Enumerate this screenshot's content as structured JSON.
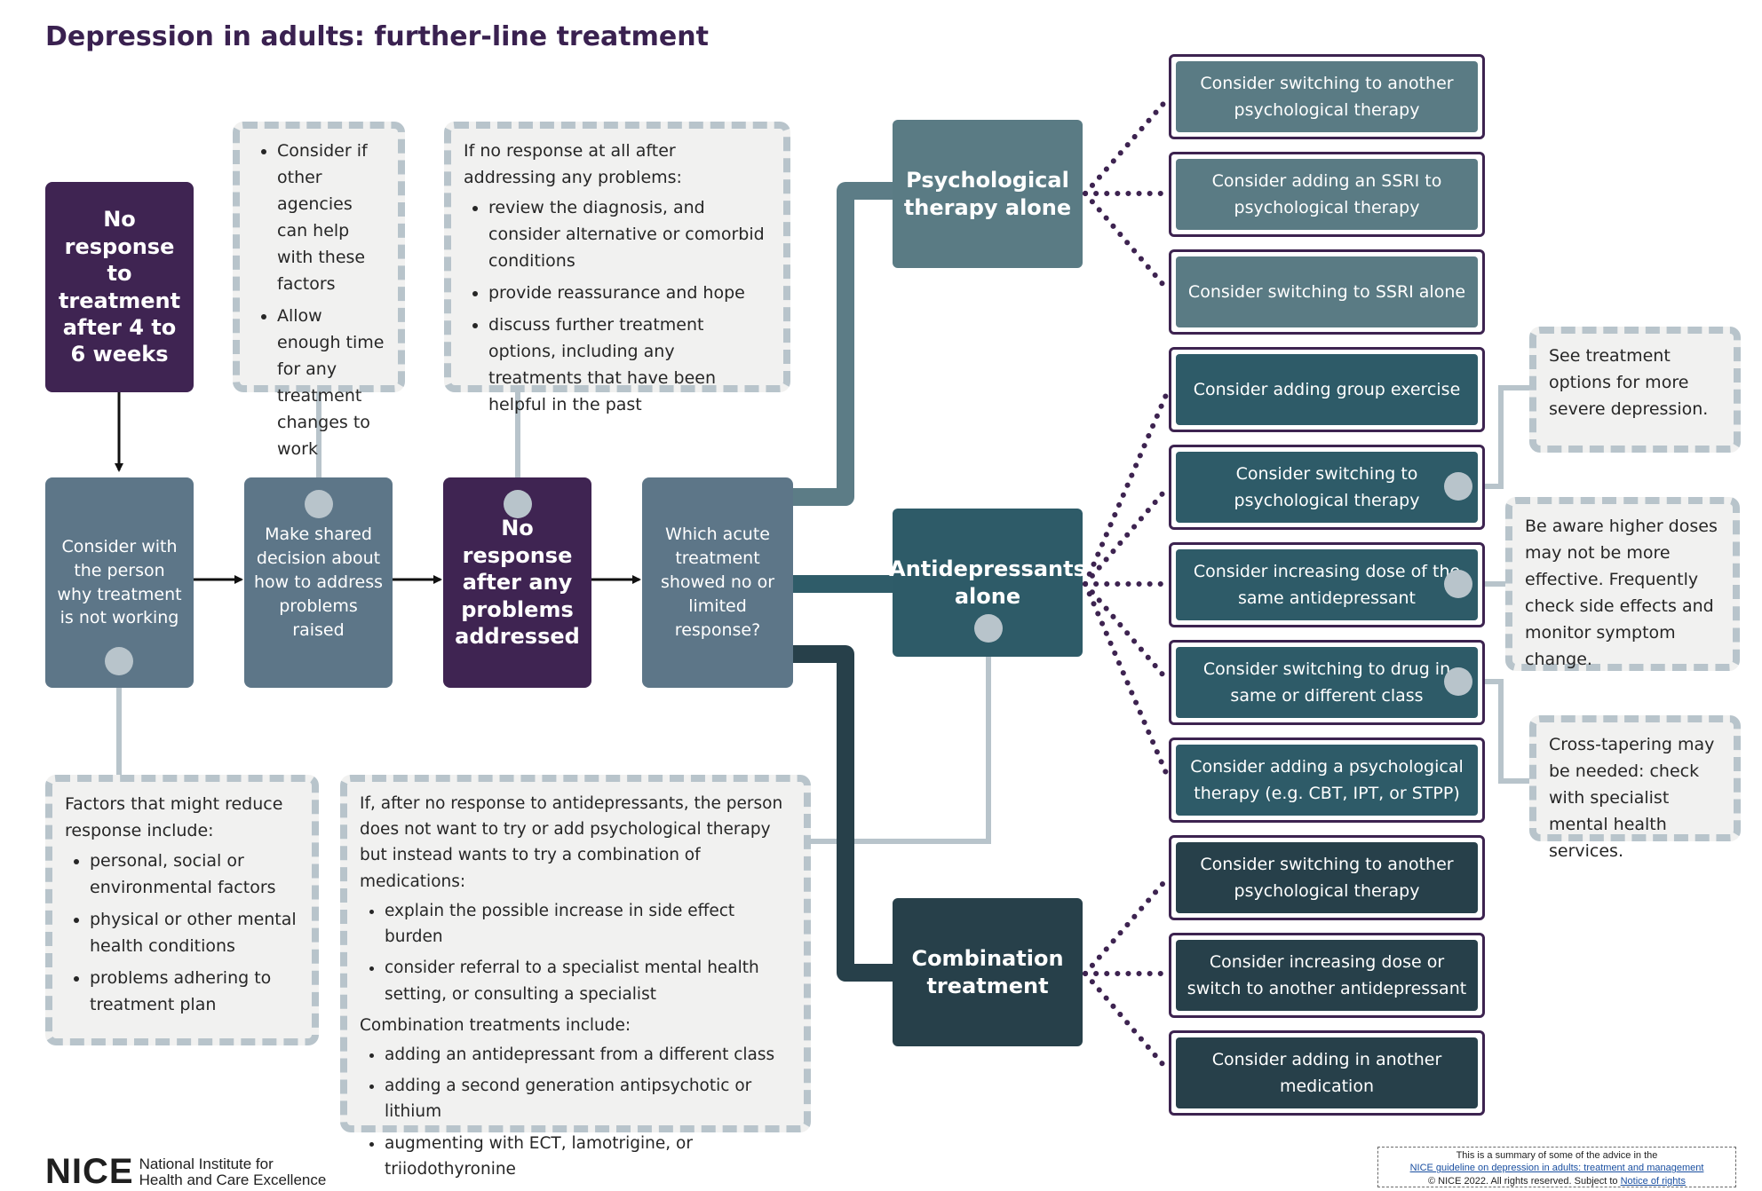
{
  "title": "Depression in adults: further-line treatment",
  "colors": {
    "dark_purple": "#3f2452",
    "steel": "#5d7688",
    "psych": "#5a7b84",
    "anti": "#2e5b68",
    "combo": "#27404a",
    "note_bg": "#f1f1f0",
    "note_border": "#b8c4cb",
    "dotted": "#3d2350"
  },
  "boxes": {
    "no_response_start": "No response to treatment after 4 to 6 weeks",
    "consider_why": "Consider with the person why treatment is not working",
    "shared_decision": "Make shared decision about how to address problems raised",
    "no_response_after": "No response after any problems addressed",
    "which_acute": "Which acute treatment showed no or limited response?"
  },
  "notes": {
    "agencies": {
      "items": [
        "Consider if other agencies can help with these factors",
        "Allow enough time for any treatment changes to work"
      ]
    },
    "no_response_at_all": {
      "intro": "If no response at all after addressing any problems:",
      "items": [
        "review the diagnosis, and consider alternative or comorbid conditions",
        "provide reassurance and hope",
        "discuss further treatment options, including any treatments that have been helpful in the past"
      ]
    },
    "factors": {
      "intro": "Factors that might reduce response include:",
      "items": [
        "personal, social or environmental factors",
        "physical or other mental health conditions",
        "problems adhering to treatment plan"
      ]
    },
    "combination_info": {
      "intro": "If, after no response to antidepressants, the person does not want to try or add psychological therapy but instead wants to try a combination of medications:",
      "items": [
        "explain the possible increase in side effect burden",
        "consider referral to a specialist mental health setting, or consulting a specialist"
      ],
      "intro2": "Combination treatments include:",
      "items2": [
        "adding an antidepressant from a different class",
        "adding a second generation antipsychotic or lithium",
        "augmenting with ECT, lamotrigine, or triiodothyronine"
      ]
    },
    "severe": "See treatment options for more severe depression.",
    "higher_doses": "Be aware higher doses may not be more effective. Frequently check side effects and monitor symptom change.",
    "cross_tapering": "Cross-tapering may be needed: check with specialist mental health services."
  },
  "categories": {
    "psych": "Psychological therapy alone",
    "anti": "Antidepressants alone",
    "combo": "Combination treatment"
  },
  "options": {
    "psych": [
      "Consider switching to another psychological therapy",
      "Consider adding an SSRI to psychological therapy",
      "Consider switching to SSRI alone"
    ],
    "anti": [
      "Consider adding group exercise",
      "Consider switching to psychological therapy",
      "Consider increasing dose of the same antidepressant",
      "Consider switching to drug in same or different class",
      "Consider adding a psychological therapy (e.g. CBT, IPT, or STPP)"
    ],
    "combo": [
      "Consider switching to another psychological therapy",
      "Consider increasing dose or switch to another antidepressant",
      "Consider adding in another medication"
    ]
  },
  "footer": {
    "logo_word": "NICE",
    "logo_line1": "National Institute for",
    "logo_line2": "Health and Care Excellence",
    "summary_line1": "This is a summary of some of the advice in the",
    "summary_link1": "NICE guideline on depression in adults: treatment and management",
    "summary_line3": "© NICE 2022. All rights reserved. Subject to",
    "summary_link2": "Notice of rights"
  }
}
